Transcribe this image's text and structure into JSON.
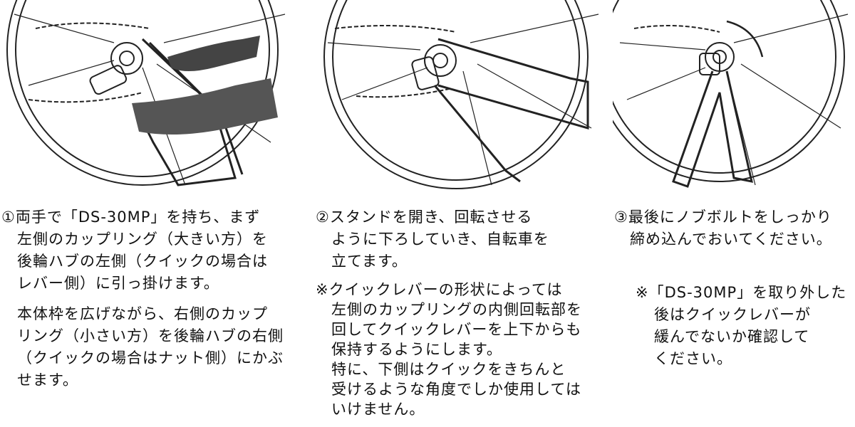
{
  "steps": [
    {
      "number": "①",
      "lines": [
        "両手で「DS-30MP」を持ち、まず",
        "左側のカップリング（大きい方）を",
        "後輪ハブの左側（クイックの場合は",
        "レバー側）に引っ掛けます。"
      ],
      "lines2": [
        "本体枠を広げながら、右側のカップ",
        "リング（小さい方）を後輪ハブの右側",
        "（クイックの場合はナット側）にかぶ",
        "せます。"
      ]
    },
    {
      "number": "②",
      "lines": [
        "スタンドを開き、回転させる",
        "ように下ろしていき、自転車を",
        "立てます。"
      ],
      "note_mark": "※",
      "note": [
        "クイックレバーの形状によっては",
        "左側のカップリングの内側回転部を",
        "回してクイックレバーを上下からも",
        "保持するようにします。",
        "特に、下側はクイックをきちんと",
        "受けるような角度でしか使用しては",
        "いけません。"
      ]
    },
    {
      "number": "③",
      "lines": [
        "最後にノブボルトをしっかり",
        "締め込んでおいてください。"
      ],
      "note_mark": "※",
      "note": [
        "「DS-30MP」を取り外した",
        "後はクイックレバーが",
        "緩んでないか確認して",
        "ください。"
      ]
    }
  ],
  "illustrations": [
    "hands-hooking-stand-on-rear-hub",
    "stand-rotating-down",
    "stand-upright-knob-tightened"
  ]
}
